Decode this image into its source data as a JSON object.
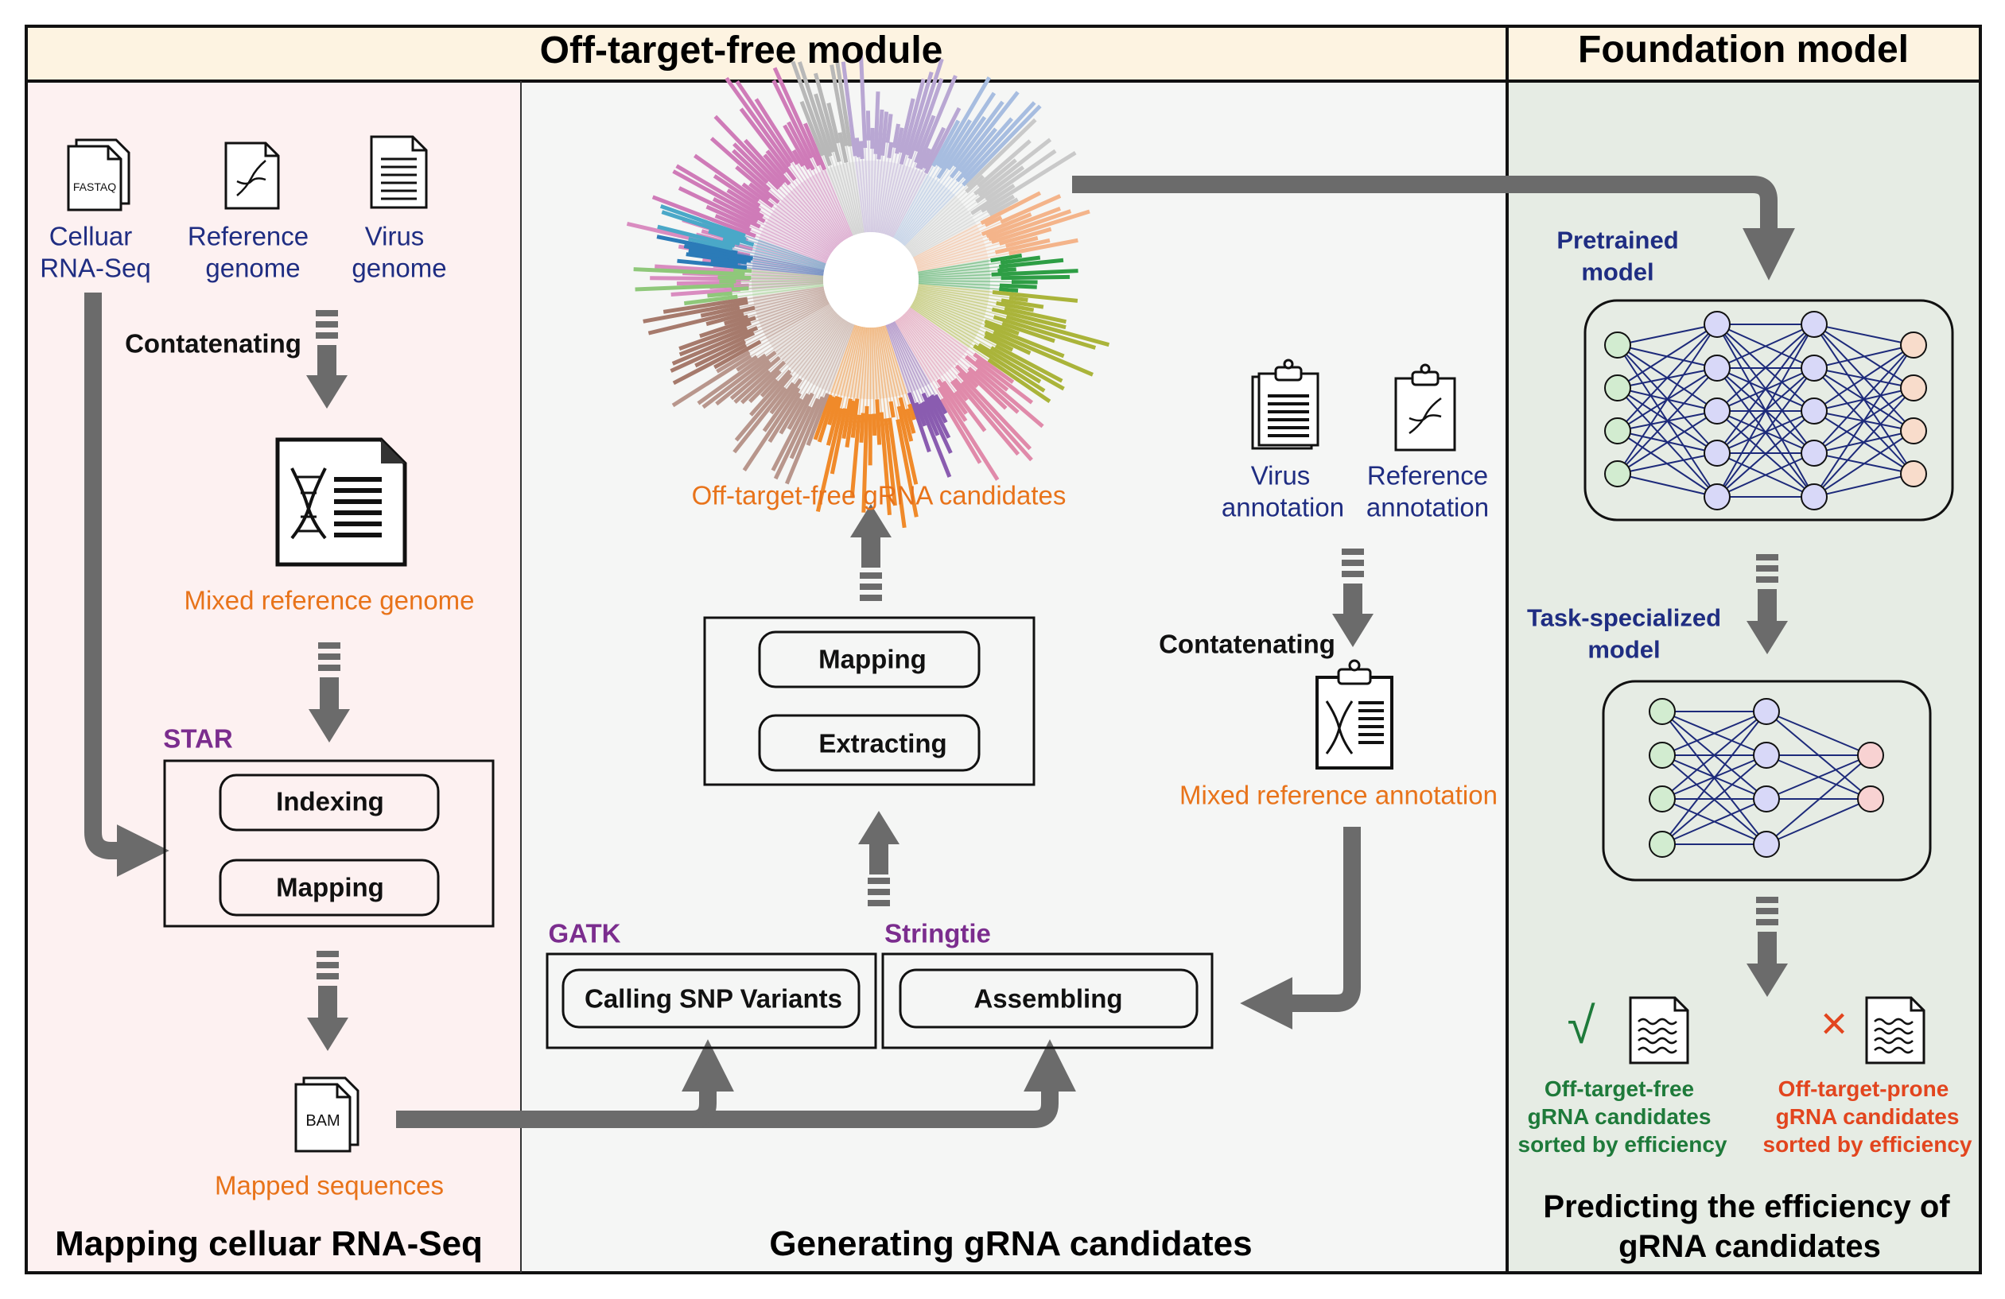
{
  "header": {
    "left_title": "Off-target-free module",
    "right_title": "Foundation model"
  },
  "panel1": {
    "inputs": [
      "Celluar",
      "RNA-Seq",
      "Reference",
      "genome",
      "Virus",
      "genome"
    ],
    "fastq_tag": "FASTAQ",
    "concat_label": "Contatenating",
    "mixed_genome": "Mixed reference genome",
    "tool": "STAR",
    "steps": [
      "Indexing",
      "Mapping"
    ],
    "bam_tag": "BAM",
    "mapped": "Mapped sequences",
    "footer": "Mapping celluar RNA-Seq"
  },
  "panel2": {
    "output": "Off-target-free gRNA candidates",
    "steps": [
      "Mapping",
      "Extracting"
    ],
    "tool_gatk": "GATK",
    "tool_stringtie": "Stringtie",
    "calling": "Calling SNP Variants",
    "assembling": "Assembling",
    "annotations": [
      "Virus",
      "annotation",
      "Reference",
      "annotation"
    ],
    "concat_label": "Contatenating",
    "mixed_annotation": "Mixed reference annotation",
    "footer": "Generating gRNA candidates"
  },
  "panel3": {
    "pretrained": [
      "Pretrained",
      "model"
    ],
    "specialized": [
      "Task-specialized",
      "model"
    ],
    "good": [
      "Off-target-free",
      "gRNA candidates",
      "sorted by efficiency"
    ],
    "bad": [
      "Off-target-prone",
      "gRNA candidates",
      "sorted by efficiency"
    ],
    "check_symbol": "√",
    "cross_symbol": "×",
    "footer": [
      "Predicting the efficiency of",
      "gRNA candidates"
    ]
  },
  "colors": {
    "header_bg": "#fdf3e1",
    "panel1_bg": "#fdf1f1",
    "panel2_bg": "#f5f6f5",
    "panel3_bg": "#e6ece4",
    "arrow": "#6b6b6b",
    "blue_text": "#1f2d82",
    "orange_text": "#e8731a",
    "tool_text": "#7b2d8e",
    "network_edge": "#1d2a7a",
    "node_green": "#d2ecd0",
    "node_purple": "#d8d8f8",
    "node_peach": "#f8dccb",
    "node_red": "#f8d2d2",
    "good_text": "#1e7a3a",
    "bad_text": "#e2451e"
  }
}
